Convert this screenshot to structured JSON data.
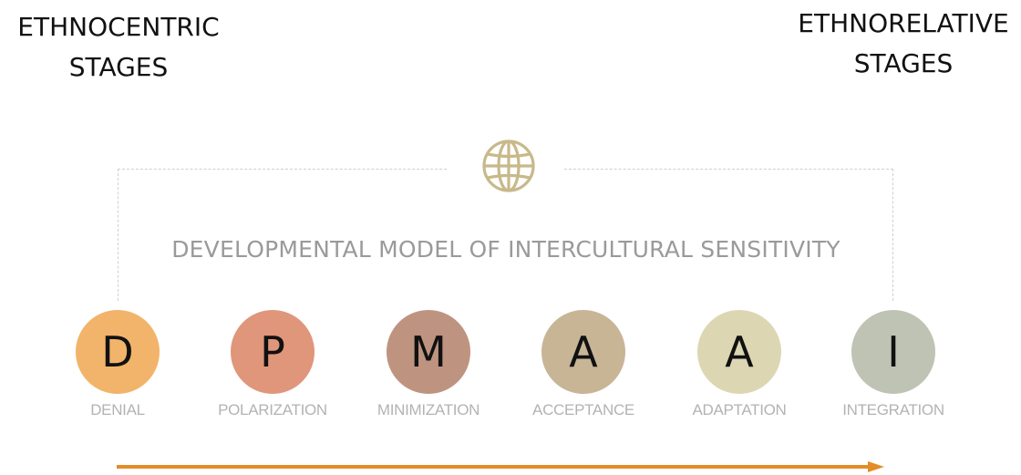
{
  "titles": {
    "left": "ETHNOCENTRIC STAGES",
    "right": "ETHNORELATIVE STAGES"
  },
  "model_title": "DEVELOPMENTAL MODEL OF INTERCULTURAL SENSITIVITY",
  "icon": "globe-icon",
  "stages": [
    {
      "letter": "D",
      "label": "DENIAL",
      "color": "#f2b46a"
    },
    {
      "letter": "P",
      "label": "POLARIZATION",
      "color": "#e0967a"
    },
    {
      "letter": "M",
      "label": "MINIMIZATION",
      "color": "#be9481"
    },
    {
      "letter": "A",
      "label": "ACCEPTANCE",
      "color": "#c7b596"
    },
    {
      "letter": "A",
      "label": "ADAPTATION",
      "color": "#dcd7b2"
    },
    {
      "letter": "I",
      "label": "INTEGRATION",
      "color": "#bfc3b4"
    }
  ],
  "colors": {
    "arrow": "#e48c26",
    "globe": "#c8b98a",
    "bracket": "#cfcfcf",
    "model_title": "#9a9a9a",
    "stage_label": "#b3b3b3"
  }
}
